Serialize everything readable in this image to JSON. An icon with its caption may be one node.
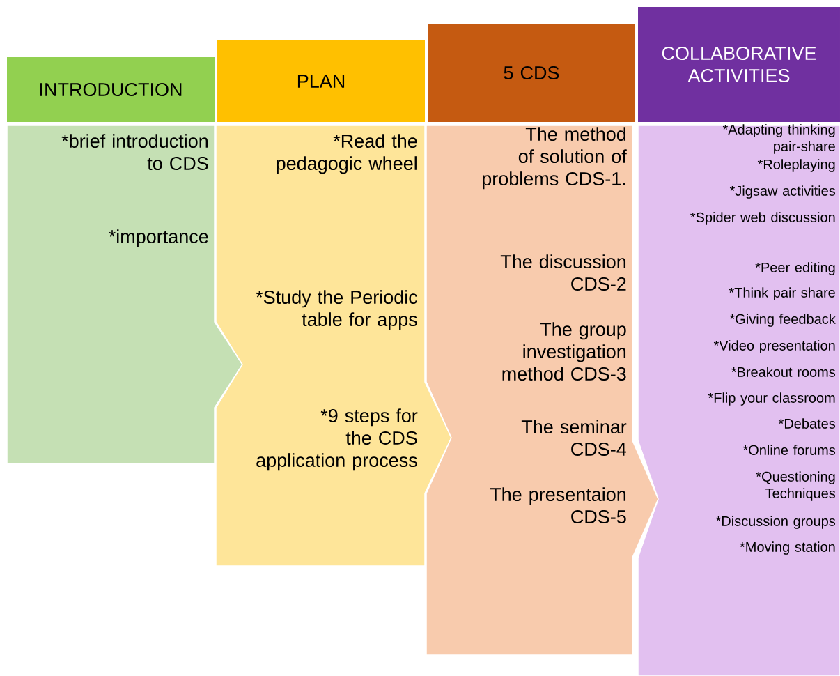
{
  "diagram": {
    "nodes": [
      {
        "text": [
          "INTRODUCTION"
        ]
      },
      {
        "text": [
          "PLAN"
        ]
      },
      {
        "text": [
          "5 CDS"
        ]
      },
      {
        "text": [
          "COLLABORATIVE ACTIVITIES"
        ]
      },
      {
        "text": [
          "*brief introduction to CDS",
          "*importance"
        ]
      },
      {
        "text": [
          "*Read the pedagogic wheel",
          "*Study the Periodic table for apps",
          "*9 steps for the CDS application process"
        ]
      },
      {
        "text": [
          "The method of solution of problems CDS-1.",
          "The discussion CDS-2",
          "The group investigation method CDS-3",
          "The seminar CDS-4",
          "The presentaion CDS-5"
        ]
      },
      {
        "text": [
          "*Adapting thinking pair-share",
          "*Roleplaying",
          "*Jigsaw activities",
          "*Spider web discussion",
          "*Peer editing",
          "*Think pair share",
          "*Giving feedback",
          "*Video presentation",
          "*Breakout rooms",
          "*Flip your classroom",
          "*Debates",
          "*Online forums",
          "*Questioning Techniques",
          "*Discussion groups",
          "*Moving station"
        ]
      }
    ]
  }
}
